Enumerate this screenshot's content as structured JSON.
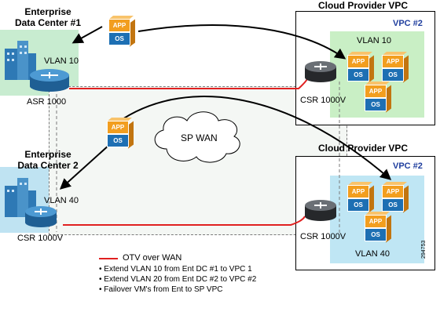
{
  "sites": {
    "dc1_title": "Enterprise\nData Center #1",
    "dc2_title": "Enterprise\nData Center 2",
    "dc1_vlan": "VLAN 10",
    "dc2_vlan": "VLAN 40",
    "dc1_router": "ASR 1000",
    "dc2_router": "CSR 1000V"
  },
  "cloud": {
    "vpc1_title": "Cloud Provider VPC",
    "vpc2_title": "Cloud Provider VPC",
    "vpc1_tag": "VPC #2",
    "vpc2_tag": "VPC #2",
    "vpc1_vlan": "VLAN 10",
    "vpc2_vlan": "VLAN 40",
    "vpc1_router": "CSR 1000V",
    "vpc2_router": "CSR 1000V"
  },
  "wan": {
    "label": "SP WAN"
  },
  "vm": {
    "app": "APP",
    "os": "OS"
  },
  "legend": {
    "otv": "OTV over WAN",
    "items": [
      "• Extend VLAN 10 from Ent DC #1 to VPC 1",
      "• Extend VLAN 20 from Ent DC #2 to VPC #2",
      "• Failover VM's from Ent to SP VPC"
    ]
  },
  "figure_id": "294753",
  "colors": {
    "dc_green": "#c8ecd0",
    "vpc_green": "#c9efc5",
    "dc_blue": "#bfe3f2",
    "vpc_blue": "#bfe6f4",
    "otv_red": "#e02020",
    "router_blue": "#2f7fb8"
  }
}
